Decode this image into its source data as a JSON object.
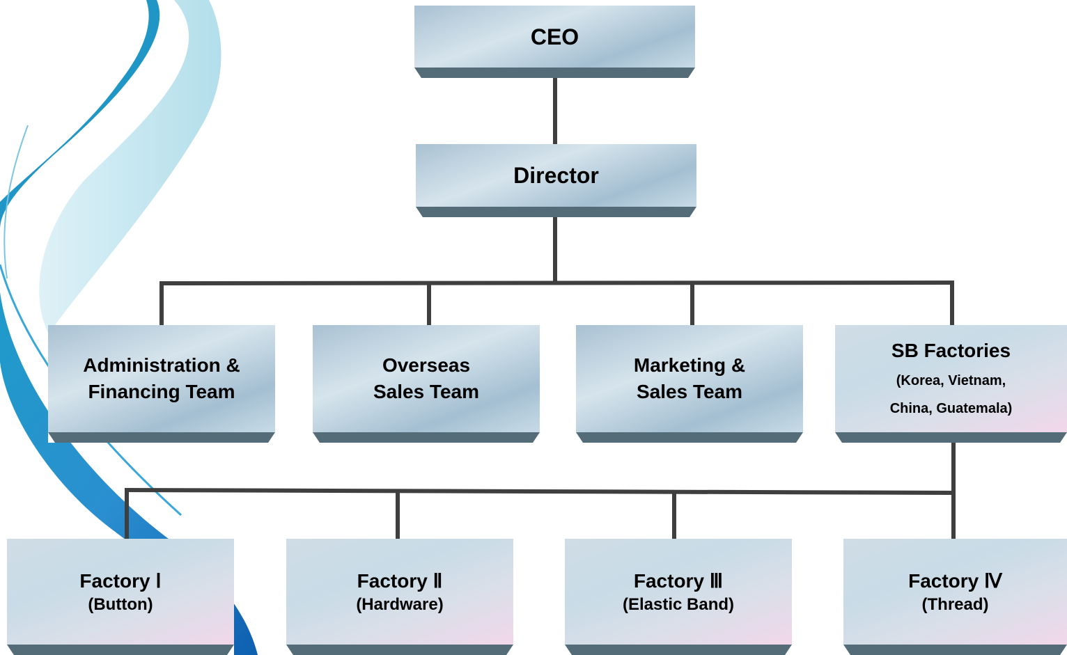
{
  "nodes": {
    "ceo": {
      "label": "CEO"
    },
    "director": {
      "label": "Director"
    },
    "admin": {
      "line1": "Administration &",
      "line2": "Financing Team"
    },
    "overseas": {
      "line1": "Overseas",
      "line2": "Sales Team"
    },
    "marketing": {
      "line1": "Marketing &",
      "line2": "Sales Team"
    },
    "sb": {
      "line1": "SB Factories",
      "line2": "(Korea, Vietnam,",
      "line3": "China, Guatemala)"
    },
    "factory1": {
      "line1": "Factory Ⅰ",
      "line2": "(Button)"
    },
    "factory2": {
      "line1": "Factory Ⅱ",
      "line2": "(Hardware)"
    },
    "factory3": {
      "line1": "Factory Ⅲ",
      "line2": "(Elastic Band)"
    },
    "factory4": {
      "line1": "Factory Ⅳ",
      "line2": "(Thread)"
    }
  },
  "colors": {
    "connector": "#3f3f3f",
    "box_base": "#546b78",
    "swirl_blue": "#1a7fc4",
    "swirl_light": "#7fc6e0"
  }
}
